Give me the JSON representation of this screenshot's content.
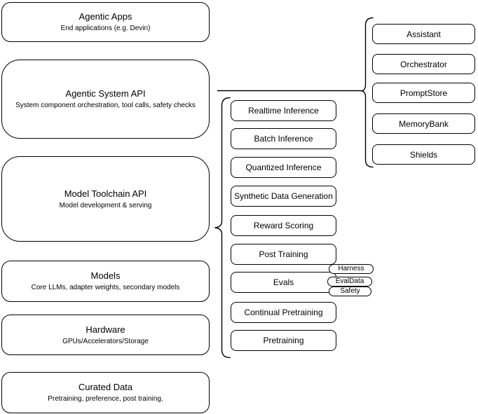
{
  "diagram": {
    "left_stack": [
      {
        "title": "Agentic Apps",
        "subtitle": "End applications (e.g. Devin)"
      },
      {
        "title": "Agentic System API",
        "subtitle": "System component orchestration, tool calls, safety checks"
      },
      {
        "title": "Model Toolchain API",
        "subtitle": "Model development & serving"
      },
      {
        "title": "Models",
        "subtitle": "Core LLMs, adapter weights, secondary models"
      },
      {
        "title": "Hardware",
        "subtitle": "GPUs/Accelerators/Storage"
      },
      {
        "title": "Curated Data",
        "subtitle": "Pretraining, preference, post training."
      }
    ],
    "toolchain_components": [
      {
        "label": "Realtime Inference"
      },
      {
        "label": "Batch Inference"
      },
      {
        "label": "Quantized Inference"
      },
      {
        "label": "Synthetic Data Generation"
      },
      {
        "label": "Reward Scoring"
      },
      {
        "label": "Post Training"
      },
      {
        "label": "Evals"
      },
      {
        "label": "Continual Pretraining"
      },
      {
        "label": "Pretraining"
      }
    ],
    "eval_tags": [
      {
        "label": "Harness"
      },
      {
        "label": "EvalData"
      },
      {
        "label": "Safety"
      }
    ],
    "system_components": [
      {
        "label": "Assistant"
      },
      {
        "label": "Orchestrator"
      },
      {
        "label": "PromptStore"
      },
      {
        "label": "MemoryBank"
      },
      {
        "label": "Shields"
      }
    ],
    "colors": {
      "stroke": "#000000",
      "background": "#ffffff",
      "text": "#000000"
    }
  }
}
